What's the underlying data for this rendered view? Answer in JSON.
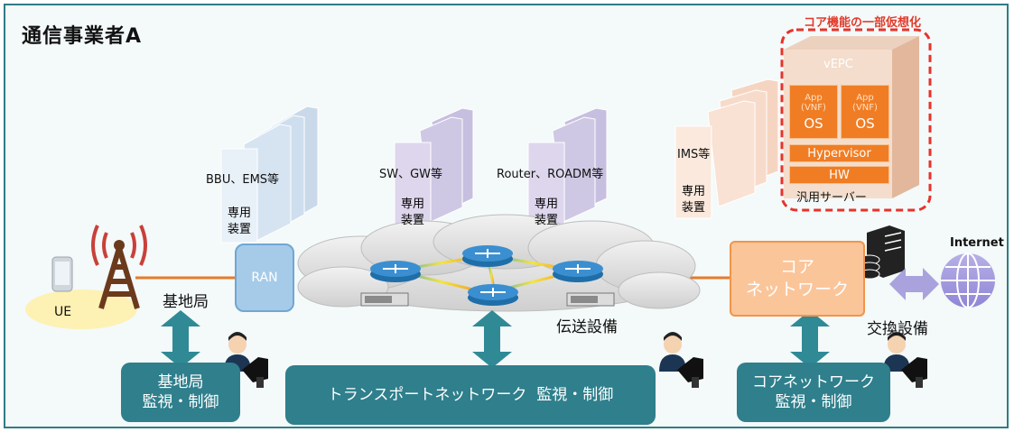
{
  "title": "通信事業者A",
  "virtualization_label": "コア機能の一部仮想化",
  "vepc": {
    "name": "vEPC",
    "app1": "App\n(VNF)",
    "os1": "OS",
    "app2": "App\n(VNF)",
    "os2": "OS",
    "hypervisor": "Hypervisor",
    "hw": "HW",
    "server": "汎用サーバー"
  },
  "equipment": {
    "bbu_label": "BBU、EMS等",
    "bbu_box": "専用\n装置",
    "sw_label": "SW、GW等",
    "sw_box": "専用\n装置",
    "router_label": "Router、ROADM等",
    "router_box": "専用\n装置",
    "ims_label": "IMS等",
    "ims_box": "専用\n装置"
  },
  "nodes": {
    "ue": "UE",
    "base_station": "基地局",
    "ran": "RAN",
    "transport": "伝送設備",
    "core": "コア\nネットワーク",
    "exchange": "交換設備",
    "internet": "Internet"
  },
  "monitoring": {
    "base": "基地局\n監視・制御",
    "transport": "トランスポートネットワーク  監視・制御",
    "core": "コアネットワーク\n監視・制御"
  },
  "colors": {
    "frame": "#2e7d84",
    "teal": "#2f7f8c",
    "orange": "#f07d24",
    "red_dash": "#e8322a",
    "ran": "#a6cbe8"
  }
}
